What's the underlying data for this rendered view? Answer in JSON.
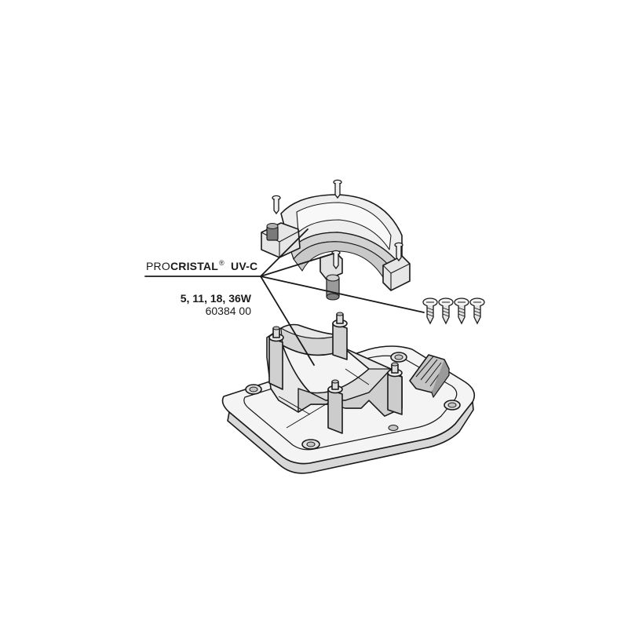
{
  "product": {
    "prefix": "PRO",
    "name": "CRISTAL",
    "registered": "®",
    "suffix": "UV-C"
  },
  "wattage": "5, 11, 18, 36W",
  "article_number": "60384 00",
  "colors": {
    "line": "#1a1a1a",
    "part_light": "#f4f4f4",
    "part_mid": "#e2e2e2",
    "part_dark": "#c4c4c4",
    "background": "#ffffff"
  }
}
